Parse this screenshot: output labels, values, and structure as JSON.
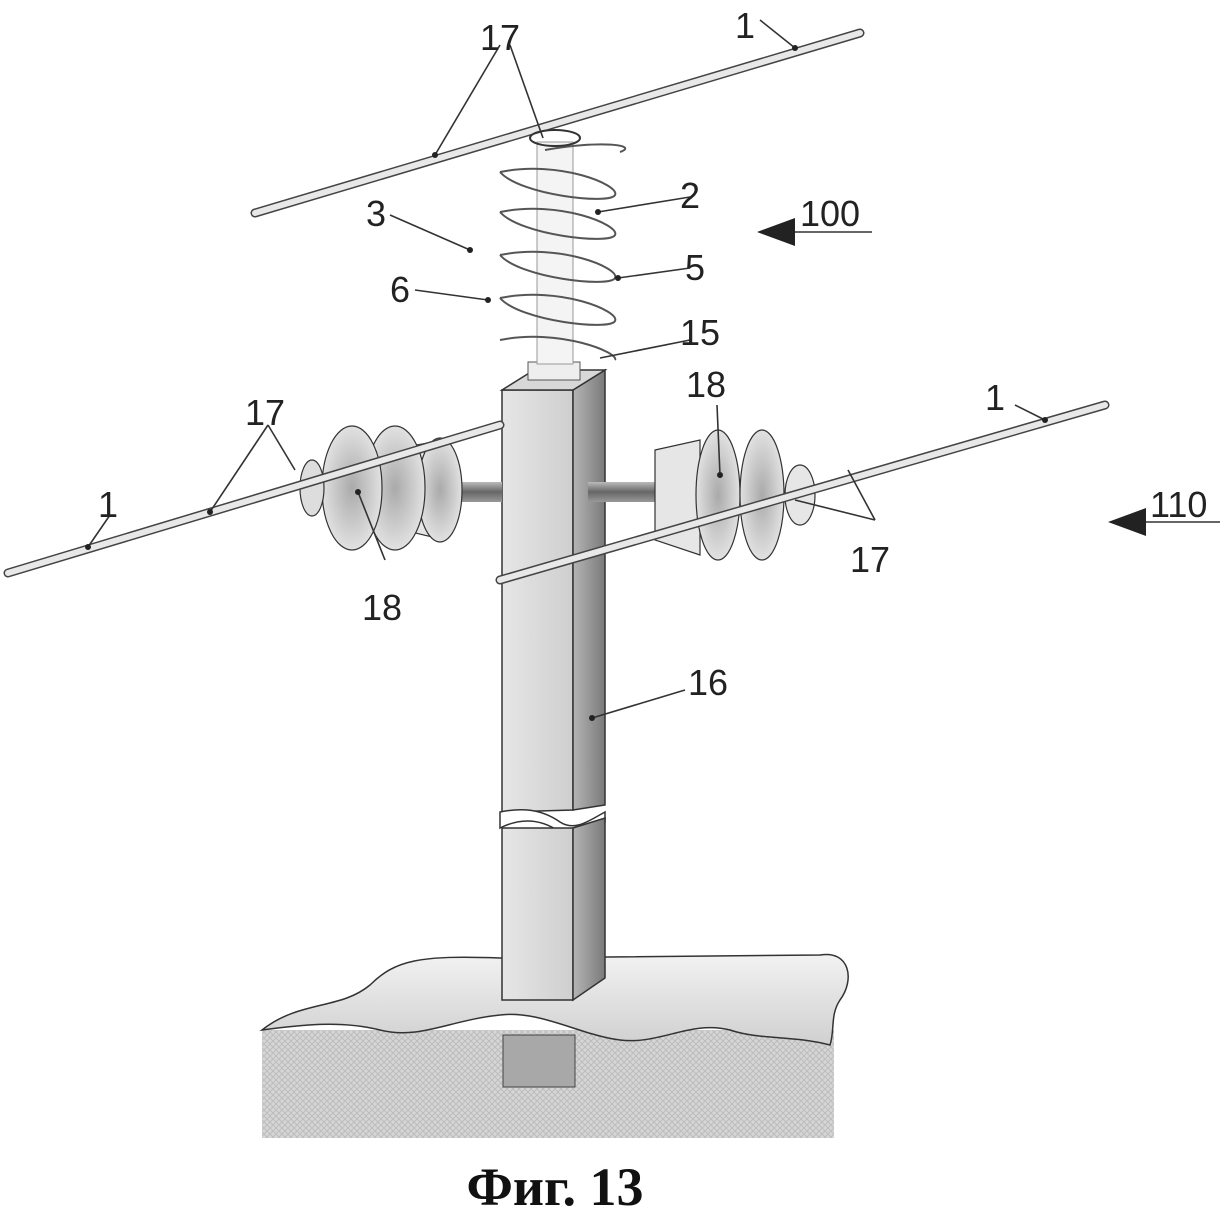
{
  "figure": {
    "caption": "Фиг. 13",
    "labels": {
      "wire_top": "1",
      "wire_left": "1",
      "wire_right": "1",
      "tie_top": "17",
      "tie_left": "17",
      "tie_right": "17",
      "core": "2",
      "helix_body": "3",
      "helix_edge_a": "5",
      "helix_edge_b": "6",
      "base_block": "15",
      "pole": "16",
      "insulator_left": "18",
      "insulator_right": "18",
      "view_upper": "100",
      "view_lower": "110"
    }
  }
}
